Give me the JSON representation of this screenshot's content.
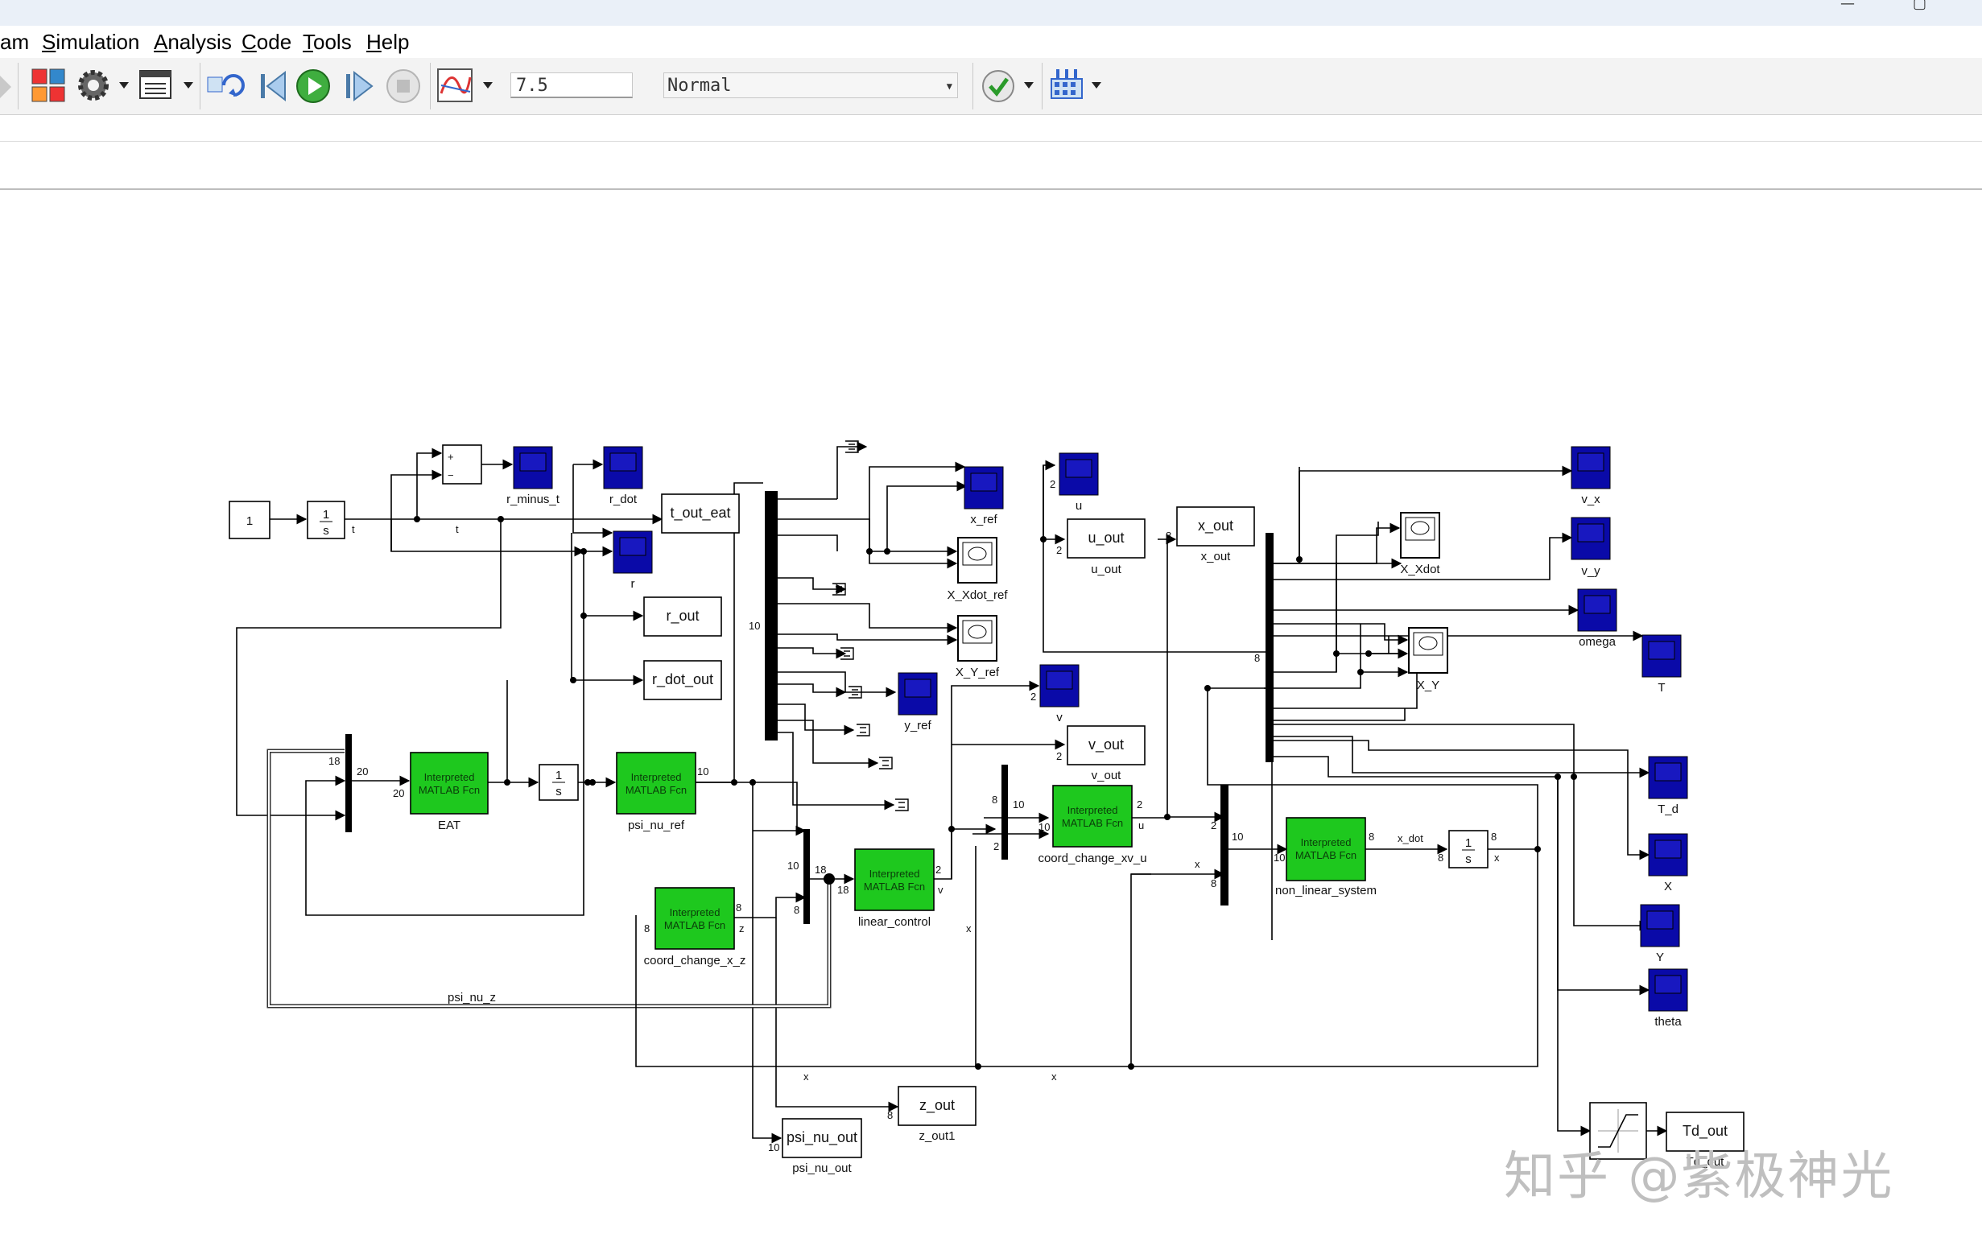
{
  "window": {
    "minimize": "—",
    "maximize": "▢"
  },
  "menu": [
    {
      "label": "am",
      "accel": ""
    },
    {
      "label": "Simulation",
      "accel": "S"
    },
    {
      "label": "Analysis",
      "accel": "A"
    },
    {
      "label": "Code",
      "accel": "C"
    },
    {
      "label": "Tools",
      "accel": "T"
    },
    {
      "label": "Help",
      "accel": "H"
    }
  ],
  "toolbar": {
    "stop_time": "7.5",
    "sim_mode": "Normal"
  },
  "colors": {
    "scope_blue": "#0a0aa8",
    "fcn_green": "#1ec81e",
    "mux_black": "#000000"
  },
  "model": {
    "blocks": {
      "constant": "1",
      "int1_num": "1",
      "int1_den": "s",
      "sum_plus": "+",
      "sum_minus": "−",
      "scope_r_minus_t": "r_minus_t",
      "scope_r_dot": "r_dot",
      "scope_r": "r",
      "t_out_eat": "t_out_eat",
      "r_out": "r_out",
      "r_dot_out": "r_dot_out",
      "fcn_text_1": "Interpreted",
      "fcn_text_2": "MATLAB Fcn",
      "eat": "EAT",
      "int2_num": "1",
      "int2_den": "s",
      "psi_nu_ref": "psi_nu_ref",
      "coord_change_x_z": "coord_change_x_z",
      "linear_control": "linear_control",
      "psi_nu_z": "psi_nu_z",
      "scope_x_ref": "x_ref",
      "xy_x_xdot_ref": "X_Xdot_ref",
      "xy_x_y_ref": "X_Y_ref",
      "scope_y_ref": "y_ref",
      "scope_u": "u",
      "u_out_block": "u_out",
      "u_out_label": "u_out",
      "x_out_block": "x_out",
      "x_out_label": "x_out",
      "scope_v": "v",
      "v_out_block": "v_out",
      "v_out_label": "v_out",
      "coord_change_xv_u": "coord_change_xv_u",
      "non_linear_system": "non_linear_system",
      "int3_num": "1",
      "int3_den": "s",
      "scope_v_x": "v_x",
      "scope_v_y": "v_y",
      "xy_x_xdot": "X_Xdot",
      "scope_omega": "omega",
      "scope_T": "T",
      "xy_x_y": "X_Y",
      "scope_T_d": "T_d",
      "scope_X": "X",
      "scope_Y": "Y",
      "scope_theta": "theta",
      "z_out_block": "z_out",
      "z_out_label": "z_out1",
      "psi_nu_out_block": "psi_nu_out",
      "psi_nu_out_label": "psi_nu_out",
      "td_out_block": "Td_out",
      "td_out_label": "Td_out"
    },
    "signals": {
      "t1": "t",
      "t2": "t",
      "x_dot": "x_dot",
      "x1": "x",
      "x2": "x",
      "x3": "x",
      "x4": "x",
      "v": "v",
      "u": "u",
      "z": "z"
    },
    "ports": {
      "p18a": "18",
      "p20a": "20",
      "p20b": "20",
      "p10a": "10",
      "p10b": "10",
      "p18b": "18",
      "p18c": "18",
      "p8a": "8",
      "p8b": "8",
      "p8c": "8",
      "p2a": "2",
      "p10c": "10",
      "p10d": "10",
      "p8d": "8",
      "p2b": "2",
      "p2c": "2",
      "p10e": "10",
      "p10f": "10",
      "p8e": "8",
      "p8f": "8",
      "p8g": "8",
      "p2d": "2",
      "p2e": "2",
      "p2f": "2",
      "p8h": "8",
      "p8i": "8",
      "p8j": "8",
      "p10g": "10",
      "p10h": "10"
    }
  },
  "watermark": "知乎 @紫极神光"
}
